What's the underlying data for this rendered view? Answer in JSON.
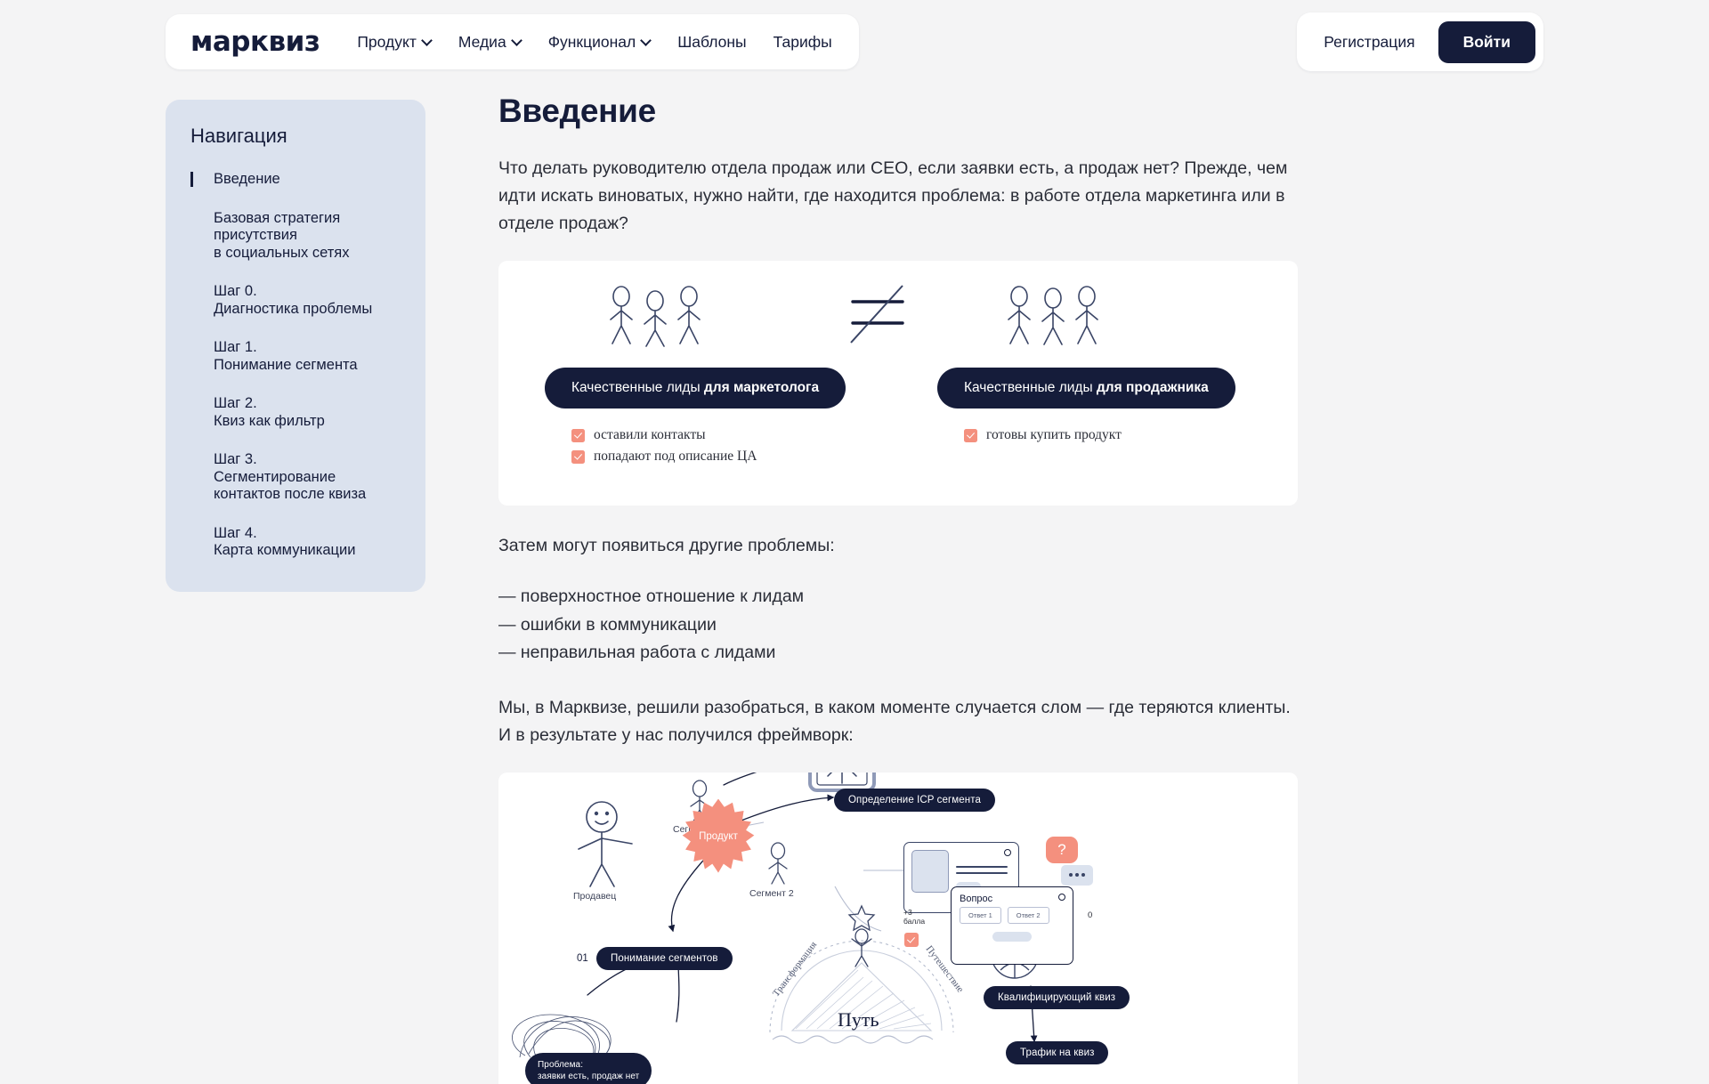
{
  "brand": {
    "logo_text": "марквиз"
  },
  "header": {
    "nav": [
      {
        "label": "Продукт",
        "has_chevron": true
      },
      {
        "label": "Медиа",
        "has_chevron": true
      },
      {
        "label": "Функционал",
        "has_chevron": true
      },
      {
        "label": "Шаблоны",
        "has_chevron": false
      },
      {
        "label": "Тарифы",
        "has_chevron": false
      }
    ],
    "register_label": "Регистрация",
    "login_label": "Войти"
  },
  "sidebar": {
    "title": "Навигация",
    "items": [
      {
        "label": "Введение",
        "active": true
      },
      {
        "label": "Базовая стратегия\nприсутствия\nв социальных сетях",
        "active": false
      },
      {
        "label": "Шаг 0.\nДиагностика проблемы",
        "active": false
      },
      {
        "label": "Шаг 1.\nПонимание сегмента",
        "active": false
      },
      {
        "label": "Шаг 2.\nКвиз как фильтр",
        "active": false
      },
      {
        "label": "Шаг 3.\nСегментирование\nконтактов после квиза",
        "active": false
      },
      {
        "label": "Шаг 4.\nКарта коммуникации",
        "active": false
      }
    ]
  },
  "main": {
    "title": "Введение",
    "intro": "Что делать руководителю отдела продаж или CEO, если заявки есть, а продаж нет? Прежде, чем идти искать виноватых, нужно найти, где находится проблема: в работе отдела маркетинга или в отделе продаж?",
    "problems_heading": "Затем могут появиться другие проблемы:",
    "problems": [
      "— поверхностное отношение к лидам",
      "— ошибки в коммуникации",
      "— неправильная работа с лидами"
    ],
    "framework_intro": "Мы, в Марквизе, решили разобраться, в каком моменте случается слом — где теряются клиенты. И в результате у нас получился фреймворк:"
  },
  "figure_leads": {
    "left_pill_prefix": "Качественные лиды ",
    "left_pill_bold": "для маркетолога",
    "right_pill_prefix": "Качественные лиды ",
    "right_pill_bold": "для продажника",
    "not_equal_symbol": "≠",
    "left_checks": [
      "оставили контакты",
      "попадают под описание ЦА"
    ],
    "right_checks": [
      "готовы купить продукт"
    ]
  },
  "figure_framework": {
    "nodes": [
      {
        "label": "Проблема:\nзаявки есть, продаж нет"
      },
      {
        "label": "Понимание сегментов"
      },
      {
        "label": "Определение ICP сегмента"
      },
      {
        "label": "Квалифицирующий квиз"
      },
      {
        "label": "Трафик на квиз"
      }
    ],
    "labels": {
      "seller": "Продавец",
      "product": "Продукт",
      "segment1": "Сегмент 1",
      "segment2": "Сегмент 2",
      "path": "Путь",
      "transformation": "Трансформация",
      "journey": "Путешествие",
      "score_plus": "+3\nбалла",
      "score_zero": "0",
      "question": "Вопрос",
      "answer1": "Ответ 1",
      "answer2": "Ответ 2",
      "step_01": "01"
    }
  },
  "colors": {
    "page_bg": "#f4f4f5",
    "dark": "#151c3a",
    "sidebar_bg": "#dbe2ee",
    "accent_coral": "#f4907e",
    "card_bg": "#ffffff"
  }
}
